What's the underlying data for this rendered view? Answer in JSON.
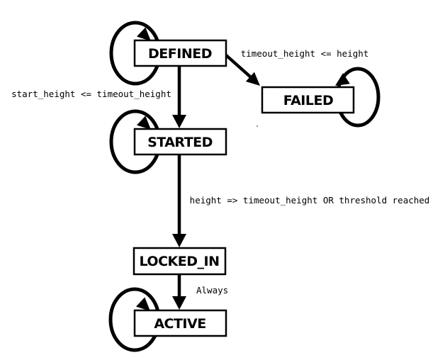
{
  "diagram": {
    "type": "state-machine",
    "colors": {
      "background": "#ffffff",
      "stroke": "#000000",
      "text": "#000000",
      "state_fill": "#ffffff"
    },
    "states": [
      {
        "id": "defined",
        "label": "DEFINED",
        "self_loop": true
      },
      {
        "id": "failed",
        "label": "FAILED",
        "self_loop": true
      },
      {
        "id": "started",
        "label": "STARTED",
        "self_loop": true
      },
      {
        "id": "locked_in",
        "label": "LOCKED_IN",
        "self_loop": false
      },
      {
        "id": "active",
        "label": "ACTIVE",
        "self_loop": true
      }
    ],
    "transitions": [
      {
        "from": "DEFINED",
        "to": "FAILED",
        "label": "timeout_height <= height"
      },
      {
        "from": "DEFINED",
        "to": "STARTED",
        "label": "start_height <= timeout_height"
      },
      {
        "from": "STARTED",
        "to": "LOCKED_IN",
        "label": "height => timeout_height OR threshold reached"
      },
      {
        "from": "LOCKED_IN",
        "to": "ACTIVE",
        "label": "Always"
      }
    ]
  }
}
